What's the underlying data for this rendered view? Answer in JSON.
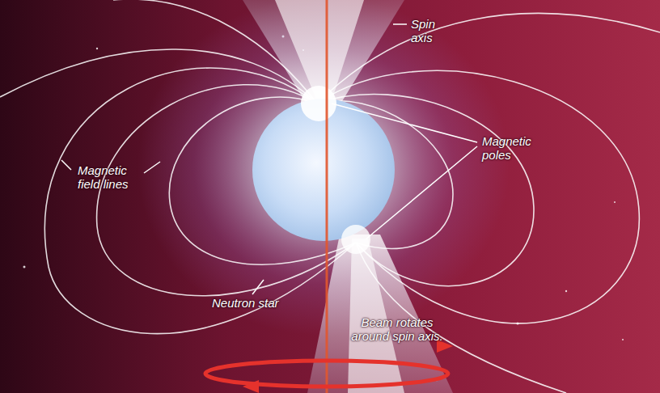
{
  "diagram": {
    "labels": [
      "Spin axis",
      "Magnetic poles",
      "Magnetic field lines",
      "Neutron star",
      "Beam rotates around spin axis."
    ]
  }
}
